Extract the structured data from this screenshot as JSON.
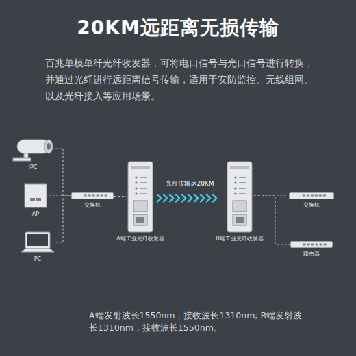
{
  "diagram": {
    "title": "20KM远距离无损传输",
    "nodes": [
      {
        "text": [
          "IPC"
        ]
      },
      {
        "text": [
          "AP"
        ]
      },
      {
        "text": [
          "PC"
        ]
      },
      {
        "text": [
          "交换机"
        ]
      },
      {
        "text": [
          "A端工业光纤收发器"
        ]
      },
      {
        "text": [
          "B端工业光纤收发器"
        ]
      },
      {
        "text": [
          "交换机"
        ]
      },
      {
        "text": [
          "路由器"
        ]
      }
    ],
    "edges": [
      {
        "from": 0,
        "to": 3,
        "arrow": "none"
      },
      {
        "from": 1,
        "to": 3,
        "arrow": "none"
      },
      {
        "from": 2,
        "to": 3,
        "arrow": "none"
      },
      {
        "from": 3,
        "to": 4,
        "arrow": "none"
      },
      {
        "from": 4,
        "to": 5,
        "label": "光纤传输达20KM",
        "arrow": "to"
      },
      {
        "from": 5,
        "to": 6,
        "arrow": "none"
      },
      {
        "from": 5,
        "to": 7,
        "arrow": "none"
      }
    ],
    "labels": [
      "百兆单模单纤光纤收发器，可将电口信号与光口信号进行转换，并通过光纤进行远距离信号传输，适用于安防监控、无线组网、以及光纤接入等应用场景。",
      "A端发射波长1550nm，接收波长1310nm; B端发射波长1310nm，接收波长1550nm。"
    ]
  }
}
